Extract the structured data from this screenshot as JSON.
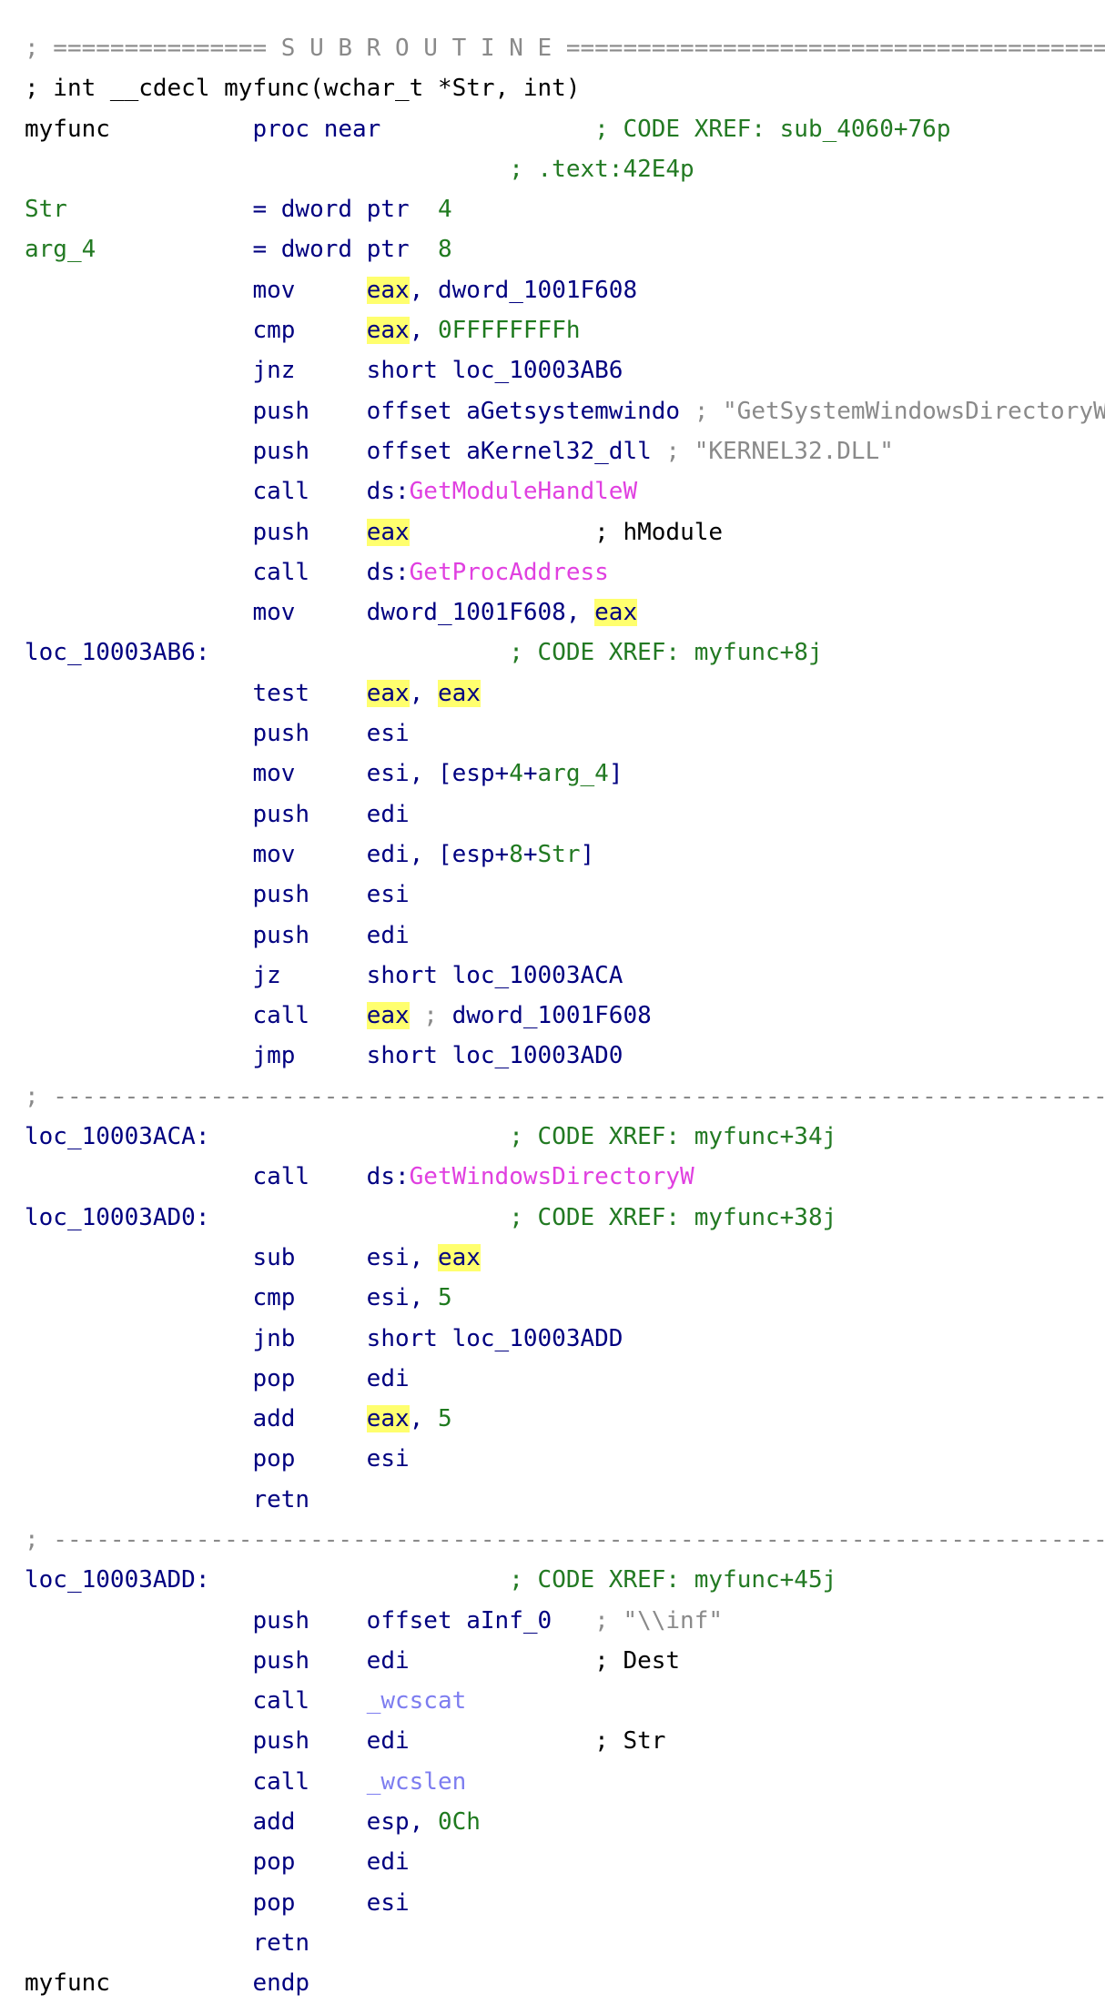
{
  "listing": {
    "lines": [
      [
        {
          "t": "; =============== S U B R O U T I N E =======================================",
          "c": "gray"
        }
      ],
      [
        {
          "t": "; int __cdecl myfunc(wchar_t *Str, int)",
          "c": "plain"
        }
      ],
      [
        {
          "t": "myfunc",
          "c": "plain"
        },
        {
          "t": "          proc near               ",
          "c": "code"
        },
        {
          "t": "; CODE XREF: sub_4060+76p",
          "c": "green"
        }
      ],
      [
        {
          "t": "                                  ",
          "c": "plain"
        },
        {
          "t": "; .text:42E4p",
          "c": "green"
        }
      ],
      [
        {
          "t": "Str",
          "c": "green"
        },
        {
          "t": "             = dword ptr  ",
          "c": "code"
        },
        {
          "t": "4",
          "c": "num"
        }
      ],
      [
        {
          "t": "arg_4",
          "c": "green"
        },
        {
          "t": "           = dword ptr  ",
          "c": "code"
        },
        {
          "t": "8",
          "c": "num"
        }
      ],
      [
        {
          "t": "                mov     ",
          "c": "code"
        },
        {
          "t": "eax",
          "c": "code",
          "h": 1
        },
        {
          "t": ", dword_1001F608",
          "c": "code"
        }
      ],
      [
        {
          "t": "                cmp     ",
          "c": "code"
        },
        {
          "t": "eax",
          "c": "code",
          "h": 1
        },
        {
          "t": ", ",
          "c": "code"
        },
        {
          "t": "0FFFFFFFFh",
          "c": "num"
        }
      ],
      [
        {
          "t": "                jnz     short loc_10003AB6",
          "c": "code"
        }
      ],
      [
        {
          "t": "                push    offset aGetsystemwindo ",
          "c": "code"
        },
        {
          "t": "; \"GetSystemWindowsDirectoryW\"",
          "c": "gray"
        }
      ],
      [
        {
          "t": "                push    offset aKernel32_dll ",
          "c": "code"
        },
        {
          "t": "; \"KERNEL32.DLL\"",
          "c": "gray"
        }
      ],
      [
        {
          "t": "                call    ds:",
          "c": "code"
        },
        {
          "t": "GetModuleHandleW",
          "c": "api"
        }
      ],
      [
        {
          "t": "                push    ",
          "c": "code"
        },
        {
          "t": "eax",
          "c": "code",
          "h": 1
        },
        {
          "t": "             ; hModule",
          "c": "plain"
        }
      ],
      [
        {
          "t": "                call    ds:",
          "c": "code"
        },
        {
          "t": "GetProcAddress",
          "c": "api"
        }
      ],
      [
        {
          "t": "                mov     dword_1001F608, ",
          "c": "code"
        },
        {
          "t": "eax",
          "c": "code",
          "h": 1
        }
      ],
      [
        {
          "t": "loc_10003AB6:",
          "c": "code"
        },
        {
          "t": "                     ",
          "c": "plain"
        },
        {
          "t": "; CODE XREF: myfunc+8j",
          "c": "green"
        }
      ],
      [
        {
          "t": "                test    ",
          "c": "code"
        },
        {
          "t": "eax",
          "c": "code",
          "h": 1
        },
        {
          "t": ", ",
          "c": "code"
        },
        {
          "t": "eax",
          "c": "code",
          "h": 1
        }
      ],
      [
        {
          "t": "                push    esi",
          "c": "code"
        }
      ],
      [
        {
          "t": "                mov     esi, [esp+",
          "c": "code"
        },
        {
          "t": "4",
          "c": "num"
        },
        {
          "t": "+",
          "c": "code"
        },
        {
          "t": "arg_4",
          "c": "green"
        },
        {
          "t": "]",
          "c": "code"
        }
      ],
      [
        {
          "t": "                push    edi",
          "c": "code"
        }
      ],
      [
        {
          "t": "                mov     edi, [esp+",
          "c": "code"
        },
        {
          "t": "8",
          "c": "num"
        },
        {
          "t": "+",
          "c": "code"
        },
        {
          "t": "Str",
          "c": "green"
        },
        {
          "t": "]",
          "c": "code"
        }
      ],
      [
        {
          "t": "                push    esi",
          "c": "code"
        }
      ],
      [
        {
          "t": "                push    edi",
          "c": "code"
        }
      ],
      [
        {
          "t": "                jz      short loc_10003ACA",
          "c": "code"
        }
      ],
      [
        {
          "t": "                call    ",
          "c": "code"
        },
        {
          "t": "eax",
          "c": "code",
          "h": 1
        },
        {
          "t": " ; ",
          "c": "gray"
        },
        {
          "t": "dword_1001F608",
          "c": "code"
        }
      ],
      [
        {
          "t": "                jmp     short loc_10003AD0",
          "c": "code"
        }
      ],
      [
        {
          "t": "; ---------------------------------------------------------------------------",
          "c": "gray"
        }
      ],
      [
        {
          "t": "loc_10003ACA:",
          "c": "code"
        },
        {
          "t": "                     ",
          "c": "plain"
        },
        {
          "t": "; CODE XREF: myfunc+34j",
          "c": "green"
        }
      ],
      [
        {
          "t": "                call    ds:",
          "c": "code"
        },
        {
          "t": "GetWindowsDirectoryW",
          "c": "api"
        }
      ],
      [
        {
          "t": "loc_10003AD0:",
          "c": "code"
        },
        {
          "t": "                     ",
          "c": "plain"
        },
        {
          "t": "; CODE XREF: myfunc+38j",
          "c": "green"
        }
      ],
      [
        {
          "t": "                sub     esi, ",
          "c": "code"
        },
        {
          "t": "eax",
          "c": "code",
          "h": 1
        }
      ],
      [
        {
          "t": "                cmp     esi, ",
          "c": "code"
        },
        {
          "t": "5",
          "c": "num"
        }
      ],
      [
        {
          "t": "                jnb     short loc_10003ADD",
          "c": "code"
        }
      ],
      [
        {
          "t": "                pop     edi",
          "c": "code"
        }
      ],
      [
        {
          "t": "                add     ",
          "c": "code"
        },
        {
          "t": "eax",
          "c": "code",
          "h": 1
        },
        {
          "t": ", ",
          "c": "code"
        },
        {
          "t": "5",
          "c": "num"
        }
      ],
      [
        {
          "t": "                pop     esi",
          "c": "code"
        }
      ],
      [
        {
          "t": "                retn",
          "c": "code"
        }
      ],
      [
        {
          "t": "; ---------------------------------------------------------------------------",
          "c": "gray"
        }
      ],
      [
        {
          "t": "loc_10003ADD:",
          "c": "code"
        },
        {
          "t": "                     ",
          "c": "plain"
        },
        {
          "t": "; CODE XREF: myfunc+45j",
          "c": "green"
        }
      ],
      [
        {
          "t": "                push    offset aInf_0   ",
          "c": "code"
        },
        {
          "t": "; \"\\\\inf\"",
          "c": "gray"
        }
      ],
      [
        {
          "t": "                push    edi",
          "c": "code"
        },
        {
          "t": "             ; Dest",
          "c": "plain"
        }
      ],
      [
        {
          "t": "                call    ",
          "c": "code"
        },
        {
          "t": "_wcscat",
          "c": "lib"
        }
      ],
      [
        {
          "t": "                push    edi",
          "c": "code"
        },
        {
          "t": "             ; Str",
          "c": "plain"
        }
      ],
      [
        {
          "t": "                call    ",
          "c": "code"
        },
        {
          "t": "_wcslen",
          "c": "lib"
        }
      ],
      [
        {
          "t": "                add     esp, ",
          "c": "code"
        },
        {
          "t": "0Ch",
          "c": "num"
        }
      ],
      [
        {
          "t": "                pop     edi",
          "c": "code"
        }
      ],
      [
        {
          "t": "                pop     esi",
          "c": "code"
        }
      ],
      [
        {
          "t": "                retn",
          "c": "code"
        }
      ],
      [
        {
          "t": "myfunc",
          "c": "plain"
        },
        {
          "t": "          endp",
          "c": "code"
        }
      ]
    ]
  }
}
